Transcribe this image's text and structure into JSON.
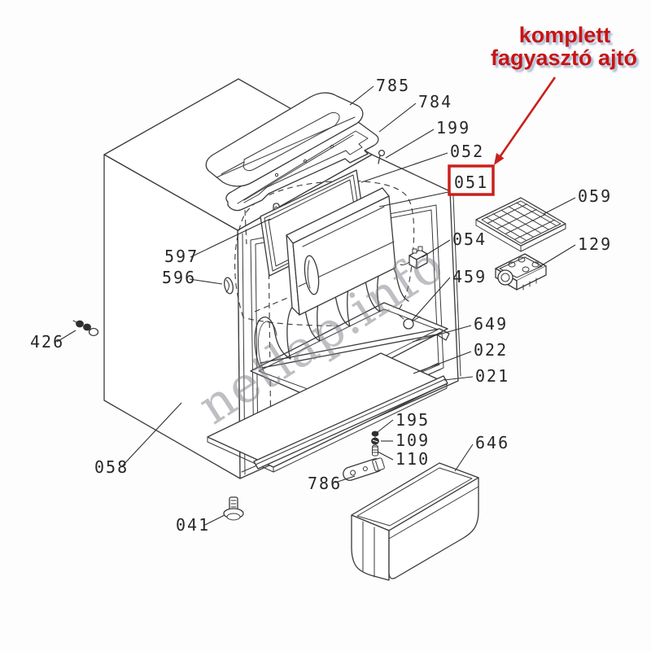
{
  "diagram": {
    "kind": "exploded-parts-diagram",
    "highlighted_part": "051"
  },
  "annotation": {
    "line1": "komplett",
    "line2": "fagyasztó ajtó"
  },
  "watermark": {
    "text": "netlap.info"
  },
  "colors": {
    "line": "#3a3a3a",
    "label_text": "#272727",
    "highlight_red": "#c9201c",
    "title_red": "#c81414",
    "title_shadow": "#a9b9d2",
    "watermark_grey": "#7d7d88"
  },
  "parts": [
    {
      "number": "785"
    },
    {
      "number": "784"
    },
    {
      "number": "199"
    },
    {
      "number": "052"
    },
    {
      "number": "051"
    },
    {
      "number": "059"
    },
    {
      "number": "129"
    },
    {
      "number": "054"
    },
    {
      "number": "459"
    },
    {
      "number": "649"
    },
    {
      "number": "022"
    },
    {
      "number": "021"
    },
    {
      "number": "195"
    },
    {
      "number": "109"
    },
    {
      "number": "110"
    },
    {
      "number": "786"
    },
    {
      "number": "646"
    },
    {
      "number": "597"
    },
    {
      "number": "596"
    },
    {
      "number": "426"
    },
    {
      "number": "058"
    },
    {
      "number": "041"
    }
  ]
}
